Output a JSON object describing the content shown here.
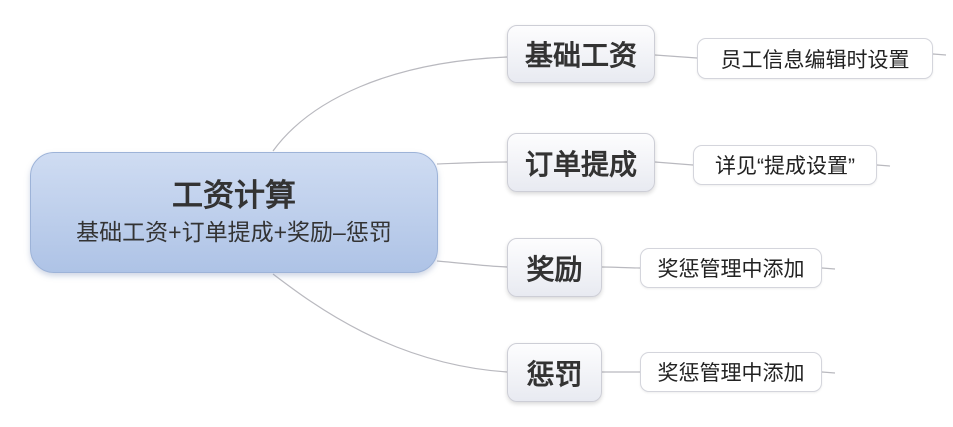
{
  "diagram": {
    "root": {
      "title": "工资计算",
      "subtitle": "基础工资+订单提成+奖励–惩罚"
    },
    "branches": [
      {
        "label": "基础工资",
        "note": "员工信息编辑时设置"
      },
      {
        "label": "订单提成",
        "note": "详见“提成设置”"
      },
      {
        "label": "奖励",
        "note": "奖惩管理中添加"
      },
      {
        "label": "惩罚",
        "note": "奖惩管理中添加"
      }
    ]
  },
  "colors": {
    "canvas": "#ffffff",
    "root_gradient_top": "#cfdcf2",
    "root_gradient_bottom": "#aec3e6",
    "root_border": "#9db3d8",
    "branch_gradient_top": "#fdfdfe",
    "branch_gradient_bottom": "#e8eaf1",
    "branch_border": "#cdced6",
    "note_background": "#ffffff",
    "note_border": "#d4d5dc",
    "connector": "#b9b9bf",
    "text": "#333333"
  }
}
